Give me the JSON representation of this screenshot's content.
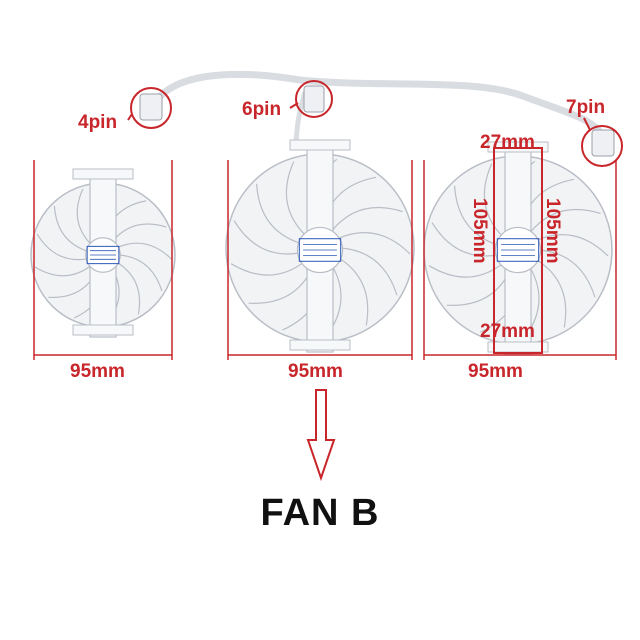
{
  "colors": {
    "annotation": "#c8262b",
    "fan_fill": "#f2f3f5",
    "fan_edge": "#b9bec6",
    "hub_label": "#2b57b8",
    "caption": "#111111"
  },
  "connectors": {
    "left": "4pin",
    "middle": "6pin",
    "right": "7pin"
  },
  "dimensions": {
    "left_width": "95mm",
    "middle_width": "95mm",
    "right_width": "95mm",
    "top_bracket_width": "27mm",
    "bottom_bracket_width": "27mm",
    "height_left": "105mm",
    "height_right": "105mm"
  },
  "caption": "FAN B",
  "icons": [
    "fan-icon",
    "connector-icon",
    "arrow-down-icon"
  ]
}
